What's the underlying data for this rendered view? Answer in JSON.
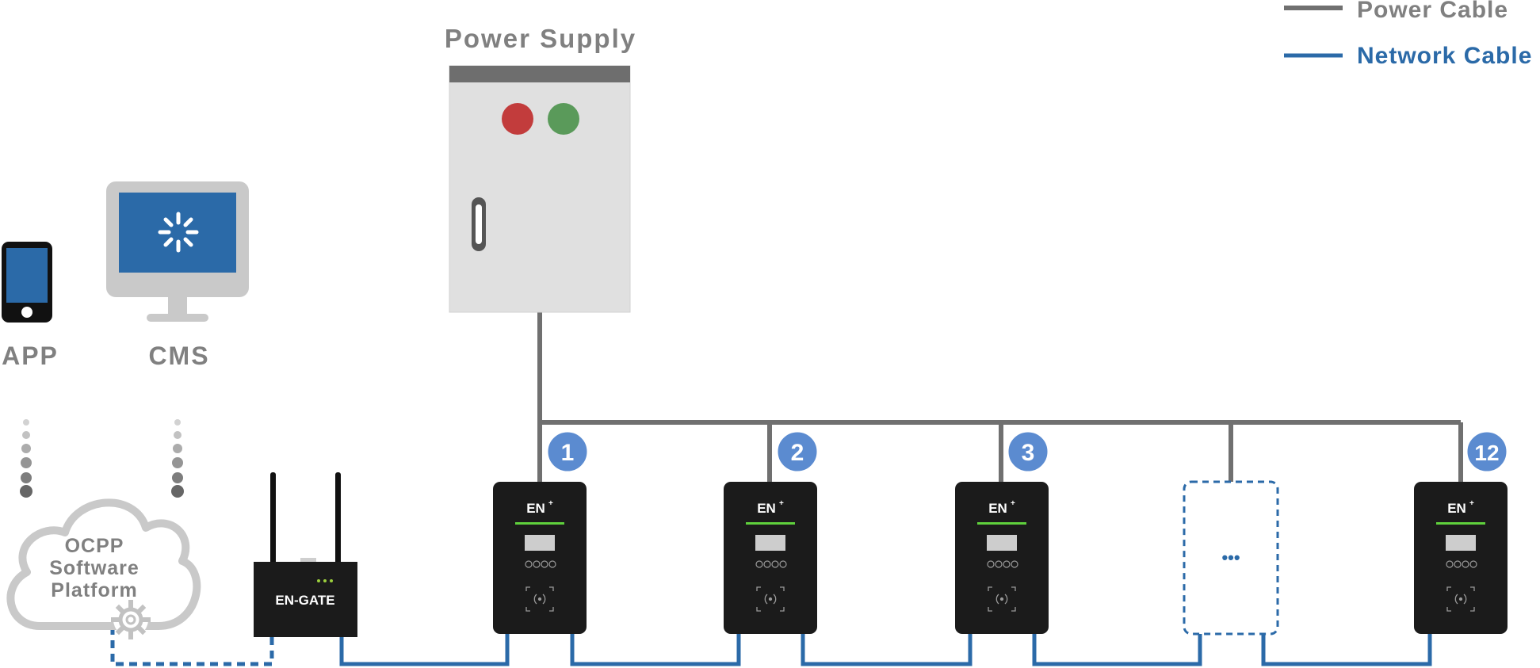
{
  "legend": {
    "power": "Power Cable",
    "network": "Network Cable"
  },
  "power_supply": {
    "title": "Power Supply"
  },
  "clients": {
    "app": "APP",
    "cms": "CMS"
  },
  "cloud": {
    "line1": "OCPP",
    "line2": "Software",
    "line3": "Platform"
  },
  "gateway": {
    "label": "EN-GATE"
  },
  "chargers": [
    {
      "number": "1",
      "logo": "EN",
      "logo_sup": "+"
    },
    {
      "number": "2",
      "logo": "EN",
      "logo_sup": "+"
    },
    {
      "number": "3",
      "logo": "EN",
      "logo_sup": "+"
    },
    {
      "number": "12",
      "logo": "EN",
      "logo_sup": "+"
    }
  ],
  "placeholder": {
    "label": "•••"
  },
  "colors": {
    "power_cable": "#707070",
    "network_cable": "#2b6aa8",
    "badge": "#5b8bd0",
    "legend_network_text": "#2b6aa8",
    "text_gray": "#808080"
  }
}
